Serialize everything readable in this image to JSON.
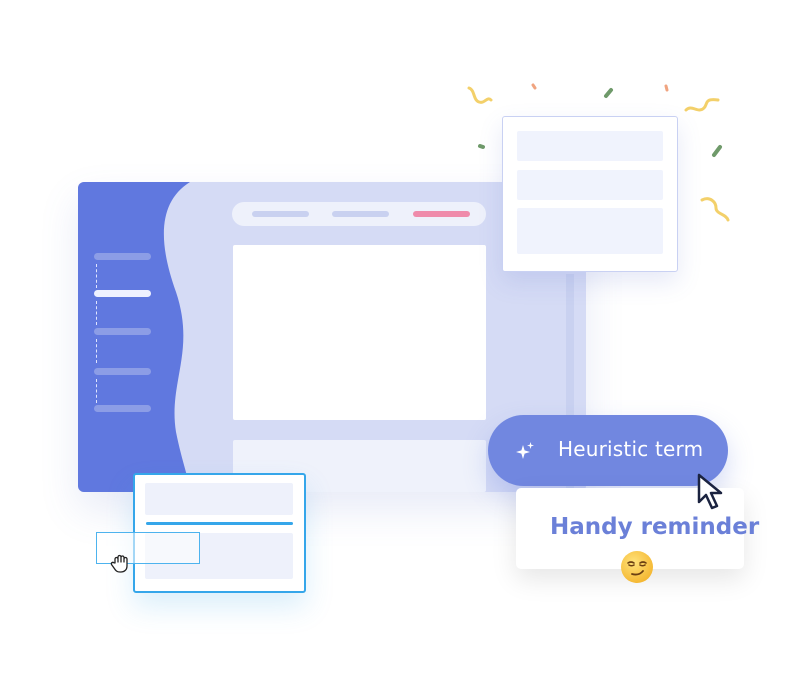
{
  "tooltip": {
    "label": "Heuristic term",
    "icon": "sparkle-icon"
  },
  "note": {
    "text": "Handy reminder",
    "emoji": "smirk-emoji"
  },
  "colors": {
    "sidebar": "#6078df",
    "window_bg": "#d5dbf5",
    "accent_pill": "#ef8bab",
    "tooltip_bg": "#7187e0",
    "selection_blue": "#35a6ea",
    "note_text": "#6b80d8"
  },
  "icons": [
    "sparkle-icon",
    "cursor-arrow-icon",
    "grab-hand-icon",
    "smirk-emoji-icon"
  ]
}
